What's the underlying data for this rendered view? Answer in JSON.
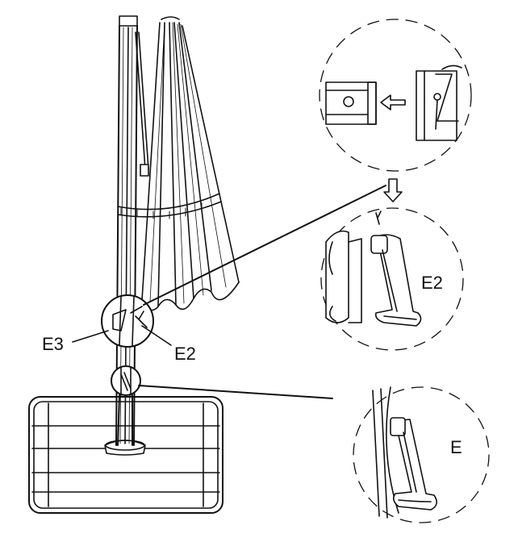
{
  "labels": {
    "e3": "E3",
    "e2_main": "E2",
    "e2_detail": "E2",
    "e_detail": "E"
  },
  "colors": {
    "line": "#111111",
    "background": "#ffffff"
  }
}
